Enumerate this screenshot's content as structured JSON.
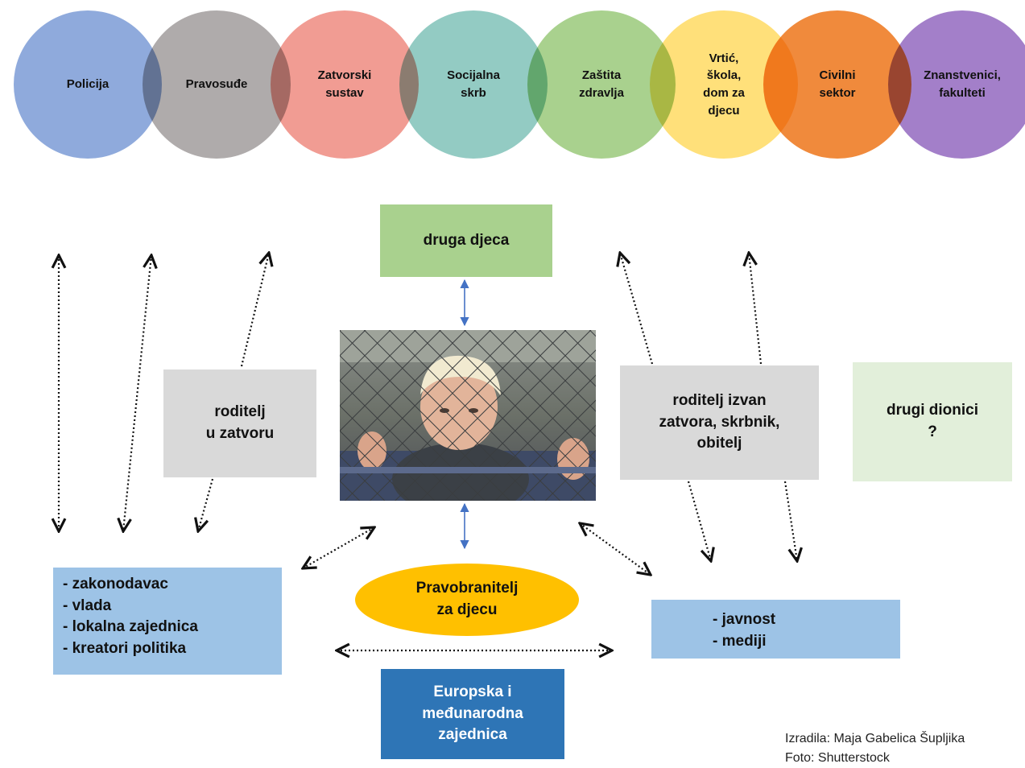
{
  "circles": [
    {
      "label": "Policija",
      "color": "#8faadc"
    },
    {
      "label": "Pravosuđe",
      "color": "#afabab"
    },
    {
      "label": "Zatvorski\nsustav",
      "color": "#f19c93"
    },
    {
      "label": "Socijalna\nskrb",
      "color": "#93cbc3"
    },
    {
      "label": "Zaštita\nzdravlja",
      "color": "#a9d18e"
    },
    {
      "label": "Vrtić,\nškola,\ndom za\ndjecu",
      "color": "#ffe07a"
    },
    {
      "label": "Civilni\nsektor",
      "color": "#f08a3c"
    },
    {
      "label": "Znanstvenici,\nfakulteti",
      "color": "#a37fc9"
    }
  ],
  "boxes": {
    "druga_djeca": "druga djeca",
    "roditelj_u_zatvoru": "roditelj\nu zatvoru",
    "roditelj_izvan": "roditelj izvan\nzatvora, skrbnik,\nobitelj",
    "drugi_dionici": "drugi dionici\n?",
    "pravobranitelj": "Pravobranitelj\nza djecu",
    "europska": "Europska i\nmeđunarodna\nzajednica"
  },
  "government_list": [
    "- zakonodavac",
    "- vlada",
    "- lokalna zajednica",
    "- kreatori politika"
  ],
  "public_list": [
    "- javnost",
    "- mediji"
  ],
  "credits": {
    "author": "Izradila: Maja Gabelica Šupljika",
    "photo": "Foto: Shutterstock"
  },
  "colors": {
    "green_box": "#a9d18e",
    "grey_box": "#d9d9d9",
    "light_green_box": "#e2efda",
    "blue_box": "#9dc3e6",
    "dark_blue_box": "#2e75b6",
    "ellipse": "#ffc000",
    "solid_arrow": "#4472c4"
  }
}
